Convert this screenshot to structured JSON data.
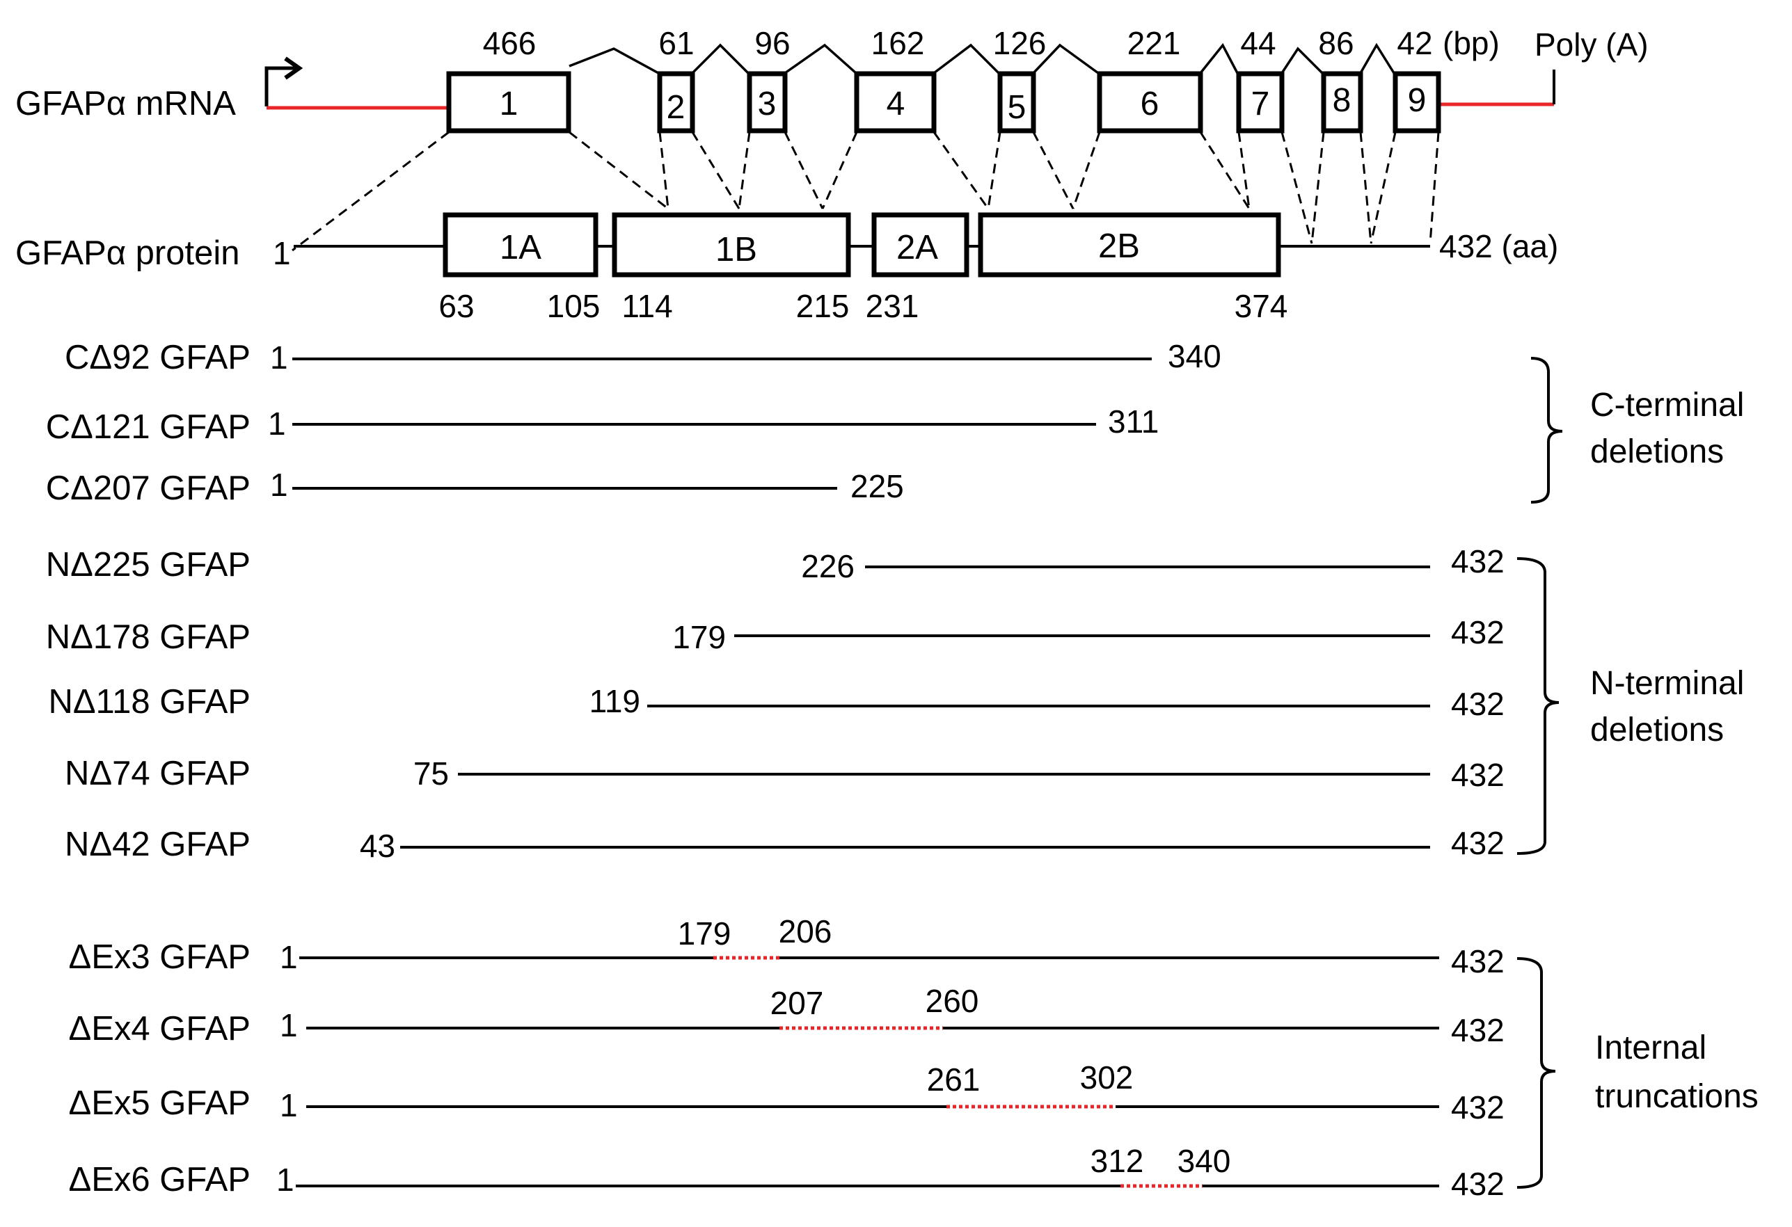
{
  "mrna": {
    "label": "GFAPα mRNA",
    "polya": "Poly (A)",
    "unit": "(bp)",
    "exons": [
      {
        "num": "1",
        "bp": "466"
      },
      {
        "num": "2",
        "bp": "61"
      },
      {
        "num": "3",
        "bp": "96"
      },
      {
        "num": "4",
        "bp": "162"
      },
      {
        "num": "5",
        "bp": "126"
      },
      {
        "num": "6",
        "bp": "221"
      },
      {
        "num": "7",
        "bp": "44"
      },
      {
        "num": "8",
        "bp": "86"
      },
      {
        "num": "9",
        "bp": "42"
      }
    ]
  },
  "protein": {
    "label": "GFAPα protein",
    "start": "1",
    "end": "432 (aa)",
    "domains": [
      {
        "name": "1A",
        "start": "63",
        "end": "105"
      },
      {
        "name": "1B",
        "start": "114",
        "end": "215"
      },
      {
        "name": "2A",
        "start": "231"
      },
      {
        "name": "2B",
        "end": "374"
      }
    ]
  },
  "constructs": {
    "c_terminal": [
      {
        "label": "CΔ92 GFAP",
        "start": "1",
        "end": "340"
      },
      {
        "label": "CΔ121 GFAP",
        "start": "1",
        "end": "311"
      },
      {
        "label": "CΔ207 GFAP",
        "start": "1",
        "end": "225"
      }
    ],
    "n_terminal": [
      {
        "label": "NΔ225 GFAP",
        "start": "226",
        "end": "432"
      },
      {
        "label": "NΔ178 GFAP",
        "start": "179",
        "end": "432"
      },
      {
        "label": "NΔ118 GFAP",
        "start": "119",
        "end": "432"
      },
      {
        "label": "NΔ74 GFAP",
        "start": "75",
        "end": "432"
      },
      {
        "label": "NΔ42 GFAP",
        "start": "43",
        "end": "432"
      }
    ],
    "internal": [
      {
        "label": "ΔEx3 GFAP",
        "start": "1",
        "gap_start": "179",
        "gap_end": "206",
        "end": "432"
      },
      {
        "label": "ΔEx4 GFAP",
        "start": "1",
        "gap_start": "207",
        "gap_end": "260",
        "end": "432"
      },
      {
        "label": "ΔEx5 GFAP",
        "start": "1",
        "gap_start": "261",
        "gap_end": "302",
        "end": "432"
      },
      {
        "label": "ΔEx6 GFAP",
        "start": "1",
        "gap_start": "312",
        "gap_end": "340",
        "end": "432"
      }
    ]
  },
  "groups": {
    "c_terminal": [
      "C-terminal",
      "deletions"
    ],
    "n_terminal": [
      "N-terminal",
      "deletions"
    ],
    "internal": [
      "Internal",
      "truncations"
    ]
  },
  "colors": {
    "line": "#000000",
    "utr": "#e8262a",
    "deleted": "#e8262a"
  }
}
